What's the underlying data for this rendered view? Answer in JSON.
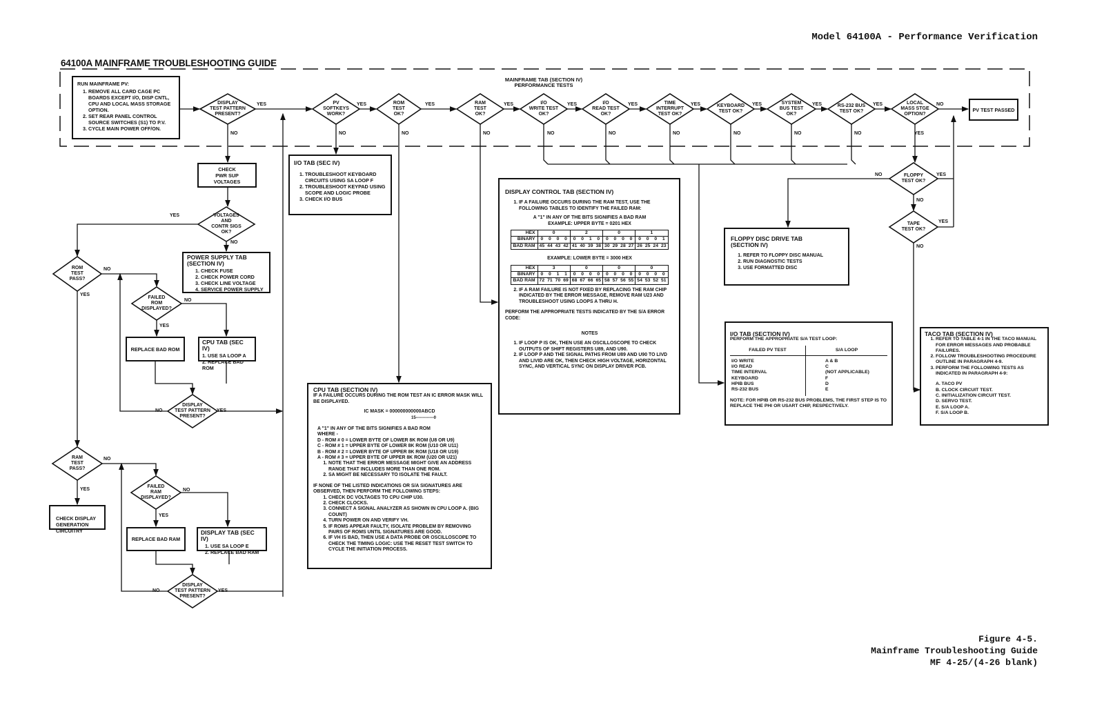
{
  "header": {
    "running_head": "Model 64100A - Performance Verification",
    "guide_title": "64100A MAINFRAME TROUBLESHOOTING GUIDE"
  },
  "figure": {
    "number": "Figure 4-5.",
    "caption": "Mainframe Troubleshooting Guide",
    "page": "MF 4-25/(4-26 blank)"
  },
  "mainframe_tab": {
    "title_line1": "MAINFRAME TAB (SECTION IV)",
    "title_line2": "PERFORMANCE TESTS"
  },
  "run_pv": {
    "heading": "RUN MAINFRAME PV:",
    "steps": [
      "REMOVE ALL CARD CAGE PC BOARDS EXCEPT I/O, DISP CNTL, CPU AND LOCAL MASS STORAGE OPTION.",
      "SET REAR PANEL CONTROL SOURCE SWITCHES (S1) TO P.V.",
      "CYCLE MAIN POWER OFF/ON."
    ]
  },
  "decisions": {
    "display_test": "DISPLAY\nTEST PATTERN\nPRESENT?",
    "pv_softkeys": "PV\nSOFTKEYS\nWORK?",
    "rom_test": "ROM\nTEST\nOK?",
    "ram_test": "RAM\nTEST\nOK?",
    "io_write": "I/O\nWRITE TEST\nOK?",
    "io_read": "I/O\nREAD TEST\nOK?",
    "time_interrupt": "TIME\nINTERRUPT\nTEST OK?",
    "keyboard": "KEYBOARD\nTEST OK?",
    "system_bus": "SYSTEM\nBUS TEST\nOK?",
    "rs232": "RS-232 BUS\nTEST OK?",
    "local_mass": "LOCAL\nMASS STGE\nOPTION?",
    "voltages": "VOLTAGES\nAND\nCONTR SIGS\nOK?",
    "rom_pass": "ROM\nTEST\nPASS?",
    "failed_rom": "FAILED\nROM\nDISPLAYED?",
    "display_test_2": "DISPLAY\nTEST PATTERN\nPRESENT?",
    "ram_pass": "RAM\nTEST\nPASS?",
    "failed_ram": "FAILED\nRAM\nDISPLAYED?",
    "display_test_3": "DISPLAY\nTEST PATTERN\nPRESENT?",
    "floppy": "FLOPPY\nTEST OK?",
    "tape": "TAPE\nTEST OK?"
  },
  "labels": {
    "yes": "YES",
    "no": "NO"
  },
  "pv_passed": "PV TEST PASSED",
  "check_pwr": "CHECK\nPWR SUP\nVOLTAGES",
  "replace_rom": "REPLACE BAD ROM",
  "replace_ram": "REPLACE BAD RAM",
  "check_display_gen": "CHECK DISPLAY\nGENERATION\nCIRCUITRY",
  "power_supply_tab": {
    "heading1": "POWER SUPPLY TAB",
    "heading2": "(SECTION IV)",
    "steps": [
      "CHECK FUSE",
      "CHECK POWER CORD",
      "CHECK LINE VOLTAGE",
      "SERVICE POWER SUPPLY"
    ]
  },
  "cpu_tab_small": {
    "heading": "CPU TAB (SEC IV)",
    "steps": [
      "1. USE SA LOOP A",
      "2. REPLACE BAD ROM"
    ]
  },
  "display_tab_small": {
    "heading": "DISPLAY TAB (SEC IV)",
    "steps": [
      "1.  USE SA LOOP E",
      "2.  REPLACE BAD RAM"
    ]
  },
  "io_tab_small": {
    "heading": "I/O TAB (SEC IV)",
    "steps": [
      "TROUBLESHOOT KEYBOARD CIRCUITS USING SA LOOP F",
      "TROUBLESHOOT KEYPAD USING SCOPE AND LOGIC PROBE",
      "CHECK I/O BUS"
    ]
  },
  "cpu_tab": {
    "heading": "CPU TAB (SECTION IV)",
    "intro": "IF A FAILURE OCCURS DURING THE ROM TEST AN IC ERROR MASK WILL BE DISPLAYED.",
    "mask": "IC MASK = 000000000000ABCD",
    "mask_range": "15-------------0",
    "bits_note": "A \"1\" IN ANY OF THE BITS SIGNIFIES A BAD ROM",
    "where": "WHERE -",
    "roms": [
      "D - ROM # 0 = LOWER BYTE OF LOWER 8K ROM (U8 OR U9)",
      "C - ROM # 1 = UPPER BYTE OF LOWER 8K ROM (U10 OR U11)",
      "B - ROM # 2 = LOWER BYTE OF UPPER 8K ROM (U18 OR U19)",
      "A - ROM # 3 = UPPER BYTE OF UPPER 8K ROM (U20 OR U21)"
    ],
    "notes": [
      "NOTE THAT THE ERROR MESSAGE MIGHT GIVE AN ADDRESS RANGE THAT INCLUDES MORE THAN ONE ROM.",
      "SA MIGHT BE NECESSARY TO ISOLATE THE FAULT."
    ],
    "if_none": "IF NONE OF THE LISTED INDICATIONS OR S/A SIGNATURES ARE OBSERVED, THEN PERFORM THE FOLLOWING STEPS:",
    "steps": [
      "CHECK DC VOLTAGES TO CPU CHIP U30.",
      "CHECK CLOCKS.",
      "CONNECT A SIGNAL ANALYZER AS SHOWN IN CPU LOOP A. (BIG COUNT)",
      "TURN POWER ON AND VERIFY VH.",
      "IF ROMS APPEAR FAULTY, ISOLATE PROBLEM BY REMOVING PAIRS OF ROMS UNTIL SIGNATURES ARE GOOD.",
      "IF VH IS BAD, THEN USE A DATA PROBE OR OSCILLOSCOPE TO CHECK THE TIMING LOGIC: USE THE RESET TEST SWITCH TO CYCLE THE INITIATION PROCESS."
    ]
  },
  "display_control_tab": {
    "heading": "DISPLAY CONTROL TAB (SECTION IV)",
    "item1": "IF A FAILURE OCCURS DURING THE RAM TEST, USE THE FOLLOWING TABLES TO IDENTIFY THE FAILED RAM:",
    "bits_note": "A \"1\" IN ANY OF THE BITS SIGNIFIES A BAD RAM",
    "example_upper": "EXAMPLE: UPPER BYTE = 0201 HEX",
    "upper_table": {
      "row_labels": [
        "HEX",
        "BINARY",
        "BAD RAM"
      ],
      "hex": [
        "0",
        "2",
        "0",
        "1"
      ],
      "binary": [
        [
          "0",
          "0",
          "0",
          "0"
        ],
        [
          "0",
          "0",
          "1",
          "0"
        ],
        [
          "0",
          "0",
          "0",
          "0"
        ],
        [
          "0",
          "0",
          "0",
          "1"
        ]
      ],
      "bad_ram": [
        [
          "45",
          "44",
          "43",
          "42"
        ],
        [
          "41",
          "40",
          "39",
          "38"
        ],
        [
          "30",
          "29",
          "28",
          "27"
        ],
        [
          "26",
          "25",
          "24",
          "23"
        ]
      ]
    },
    "example_lower": "EXAMPLE: LOWER BYTE = 3000 HEX",
    "lower_table": {
      "row_labels": [
        "HEX",
        "BINARY",
        "BAD RAM"
      ],
      "hex": [
        "3",
        "0",
        "0",
        "0"
      ],
      "binary": [
        [
          "0",
          "0",
          "1",
          "1"
        ],
        [
          "0",
          "0",
          "0",
          "0"
        ],
        [
          "0",
          "0",
          "0",
          "0"
        ],
        [
          "0",
          "0",
          "0",
          "0"
        ]
      ],
      "bad_ram": [
        [
          "72",
          "71",
          "70",
          "69"
        ],
        [
          "68",
          "67",
          "66",
          "65"
        ],
        [
          "58",
          "57",
          "56",
          "55"
        ],
        [
          "54",
          "53",
          "52",
          "51"
        ]
      ]
    },
    "item2": "IF A RAM FAILURE IS NOT FIXED BY REPLACING THE RAM CHIP INDICATED BY THE ERROR MESSAGE, REMOVE RAM U23 AND TROUBLESHOOT USING LOOPS A THRU H.",
    "perform": "PERFORM THE APPROPRIATE TESTS INDICATED BY THE S/A ERROR CODE:",
    "notes_heading": "NOTES",
    "notes": [
      "IF LOOP P IS OK, THEN USE AN OSCILLOSCOPE TO CHECK OUTPUTS OF SHIFT REGISTERS U89, AND U90.",
      "IF LOOP P AND THE SIGNAL PATHS FROM U89 AND U90 TO LIVD AND LIVID ARE OK, THEN CHECK HIGH VOLTAGE, HORIZONTAL SYNC, AND VERTICAL SYNC ON DISPLAY DRIVER PCB."
    ]
  },
  "floppy_tab": {
    "heading1": "FLOPPY DISC DRIVE TAB",
    "heading2": "(SECTION IV)",
    "steps": [
      "REFER TO FLOPPY DISC MANUAL",
      "RUN DIAGNOSTIC TESTS",
      "USE FORMATTED DISC"
    ]
  },
  "io_tab": {
    "heading": "I/O TAB (SECTION IV)",
    "intro": "PERFORM THE APPROPRIATE S/A TEST LOOP:",
    "col_headers": [
      "FAILED PV TEST",
      "S/A LOOP"
    ],
    "rows": [
      [
        "I/O WRITE",
        "A & B"
      ],
      [
        "I/O READ",
        "C"
      ],
      [
        "TIME INTERVAL",
        "(NOT APPLICABLE)"
      ],
      [
        "KEYBOARD",
        "F"
      ],
      [
        "HPIB BUS",
        "D"
      ],
      [
        "RS-232 BUS",
        "E"
      ]
    ],
    "note": "NOTE: FOR HPIB OR RS-232 BUS PROBLEMS, THE FIRST STEP IS TO REPLACE THE PHI OR USART CHIP, RESPECTIVELY."
  },
  "taco_tab": {
    "heading": "TACO TAB (SECTION IV)",
    "steps": [
      "REFER TO TABLE 4-1 IN THE TACO MANUAL FOR ERROR MESSAGES AND PROBABLE FAILURES.",
      "FOLLOW TROUBLESHOOTING PROCEDURE OUTLINE IN PARAGRAPH 4-9.",
      "PERFORM THE FOLLOWING TESTS AS INDICATED IN PARAGRAPH 4-9:"
    ],
    "tests": [
      "A.  TACO PV",
      "B.  CLOCK CIRCUIT TEST.",
      "C.  INITIALIZATION CIRCUIT TEST.",
      "D.  SERVO TEST.",
      "E.  S/A LOOP A.",
      "F.  S/A LOOP B."
    ]
  }
}
